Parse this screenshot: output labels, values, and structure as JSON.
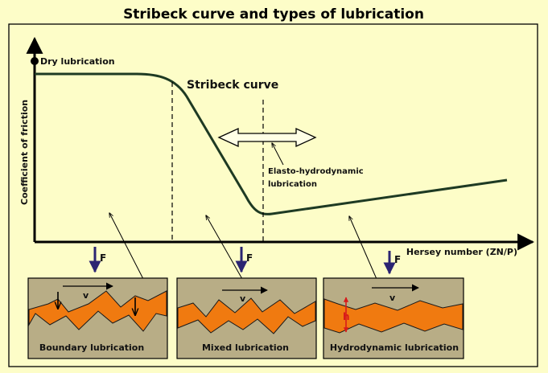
{
  "title": "Stribeck curve and types of lubrication",
  "colors": {
    "background": "#fdfdc8",
    "panel_fill": "#b8ad86",
    "lubricant": "#f07a10",
    "force_arrow": "#2b2472",
    "gap_marker": "#d81a1a",
    "border": "#000000"
  },
  "graph": {
    "y_axis_label": "Coefficient of friction",
    "x_axis_label": "Hersey number (ZN/P)",
    "curve_label": "Stribeck curve",
    "dry_label": "Dry lubrication",
    "ehd_label_line1": "Elasto-hydrodynamic",
    "ehd_label_line2": "lubrication"
  },
  "panels": [
    {
      "label": "Boundary lubrication",
      "velocity": "v",
      "force": "F"
    },
    {
      "label": "Mixed lubrication",
      "velocity": "v",
      "force": "F"
    },
    {
      "label": "Hydrodynamic lubrication",
      "velocity": "v",
      "force": "F",
      "gap": "h"
    }
  ]
}
